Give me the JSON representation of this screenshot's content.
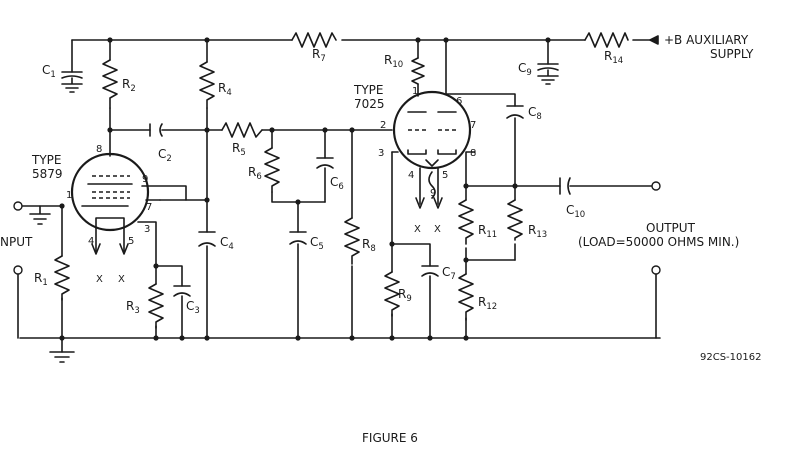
{
  "supply_label_line1": "+B AUXILIARY",
  "supply_label_line2": "SUPPLY",
  "input_label": "NPUT",
  "output_label_line1": "OUTPUT",
  "output_label_line2": "(LOAD=50000 OHMS MIN.)",
  "figure_code": "92CS-10162",
  "figure_caption": "FIGURE 6",
  "tube1": {
    "type_label": "TYPE",
    "type_number": "5879",
    "pins": [
      "8",
      "9",
      "1",
      "7",
      "3",
      "4",
      "5"
    ],
    "x_marks": [
      "X",
      "X"
    ]
  },
  "tube2": {
    "type_label": "TYPE",
    "type_number": "7025",
    "pins": [
      "1",
      "6",
      "2",
      "7",
      "3",
      "8",
      "4",
      "5",
      "9"
    ],
    "x_marks": [
      "X",
      "X"
    ]
  },
  "components": [
    {
      "letter": "C",
      "sub": "1"
    },
    {
      "letter": "R",
      "sub": "2"
    },
    {
      "letter": "R",
      "sub": "4"
    },
    {
      "letter": "R",
      "sub": "7"
    },
    {
      "letter": "R",
      "sub": "10"
    },
    {
      "letter": "C",
      "sub": "9"
    },
    {
      "letter": "R",
      "sub": "14"
    },
    {
      "letter": "C",
      "sub": "8"
    },
    {
      "letter": "C",
      "sub": "2"
    },
    {
      "letter": "R",
      "sub": "5"
    },
    {
      "letter": "R",
      "sub": "6"
    },
    {
      "letter": "C",
      "sub": "6"
    },
    {
      "letter": "C",
      "sub": "4"
    },
    {
      "letter": "C",
      "sub": "5"
    },
    {
      "letter": "R",
      "sub": "8"
    },
    {
      "letter": "R",
      "sub": "1"
    },
    {
      "letter": "R",
      "sub": "3"
    },
    {
      "letter": "C",
      "sub": "3"
    },
    {
      "letter": "R",
      "sub": "9"
    },
    {
      "letter": "C",
      "sub": "7"
    },
    {
      "letter": "R",
      "sub": "11"
    },
    {
      "letter": "R",
      "sub": "12"
    },
    {
      "letter": "R",
      "sub": "13"
    },
    {
      "letter": "C",
      "sub": "10"
    }
  ]
}
